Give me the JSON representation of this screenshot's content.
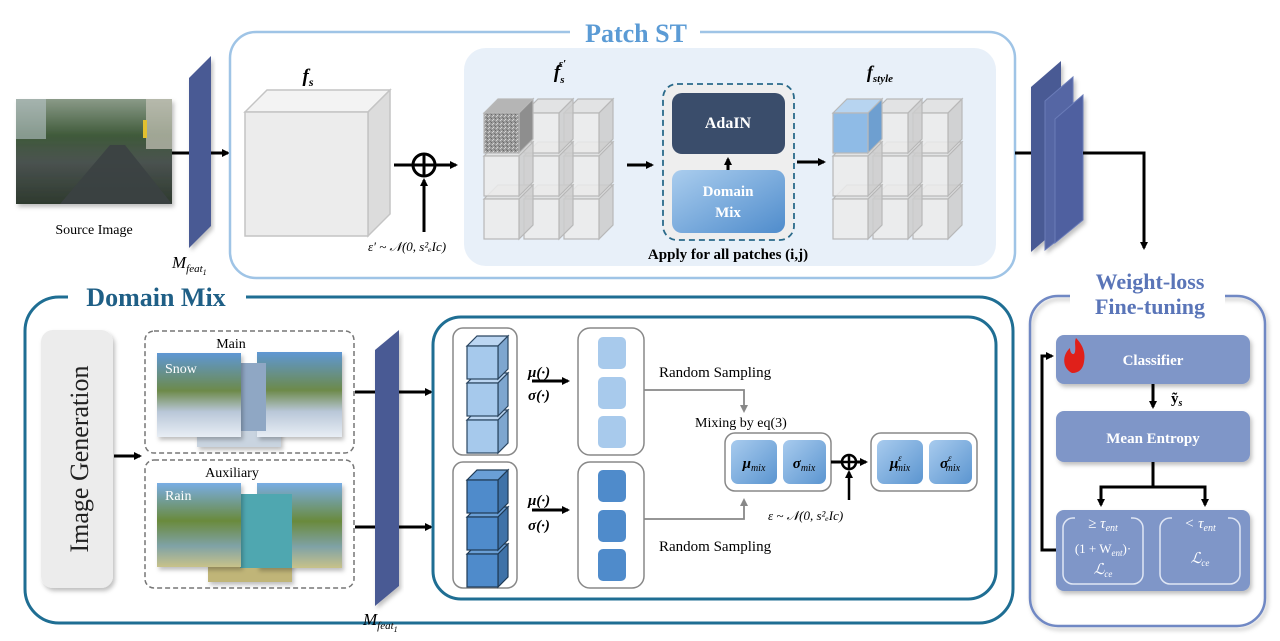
{
  "colors": {
    "patch_st_border": "#9fc4e6",
    "patch_st_title": "#5b9bd5",
    "patch_inner_bg": "#e8f0f9",
    "domain_mix_border": "#1f6e93",
    "domain_mix_title": "#1f5f86",
    "weight_loss_border": "#6f88c4",
    "weight_loss_title": "#5a75b8",
    "wl_block": "#7f96c8",
    "feature_layer": "#4a5a94",
    "adain": "#3a4d6b",
    "domain_mix_block_top": "#a9cbee",
    "domain_mix_block_bottom": "#5a93cf",
    "flame": "#e0201a"
  },
  "source": {
    "caption": "Source Image"
  },
  "encoder_label_top": "M",
  "encoder_label_top_sub": "feat",
  "encoder_label_top_subsub": "1",
  "patch_st": {
    "title": "Patch ST",
    "fs_label": "f",
    "fs_sub": "s",
    "noise_label": "ε′ ~ 𝒩(0, s²ₑIc)",
    "fs_eps_label": "f",
    "fs_eps_sub": "s",
    "fs_eps_sup": "ε′",
    "adain": "AdaIN",
    "domain_mix_line1": "Domain",
    "domain_mix_line2": "Mix",
    "apply_text": "Apply for all patches (i,j)",
    "fstyle_label": "f",
    "fstyle_sub": "style"
  },
  "domain_mix": {
    "title": "Domain Mix",
    "image_generation": "Image Generation",
    "main_label": "Main",
    "main_tag": "Snow",
    "aux_label": "Auxiliary",
    "aux_tag": "Rain",
    "encoder_label": "M",
    "encoder_sub": "feat",
    "encoder_subsub": "1",
    "mu_label": "μ(·)",
    "sigma_label": "σ(·)",
    "random_sampling_top": "Random Sampling",
    "random_sampling_bottom": "Random Sampling",
    "mixing_label": "Mixing by eq(3)",
    "mu_mix": "μ",
    "mu_mix_sub": "mix",
    "sigma_mix": "σ",
    "sigma_mix_sub": "mix",
    "mu_mix_eps": "μ",
    "sigma_mix_eps": "σ",
    "eps_sup": "ε",
    "noise_label": "ε ~ 𝒩(0, s²ₑIc)"
  },
  "weight_loss": {
    "title_line1": "Weight-loss",
    "title_line2": "Fine-tuning",
    "classifier": "Classifier",
    "y_label": "ỹ",
    "y_sub": "s",
    "mean_entropy": "Mean Entropy",
    "ge_tau": "≥ τ",
    "lt_tau": "< τ",
    "tau_sub": "ent",
    "ge_formula_line1": "(1 + W",
    "ge_formula_line1_sub": "ent",
    "ge_formula_line1_end": ")·",
    "ge_formula_line2": "ℒ",
    "ce_sub": "ce",
    "lt_formula": "ℒ"
  }
}
